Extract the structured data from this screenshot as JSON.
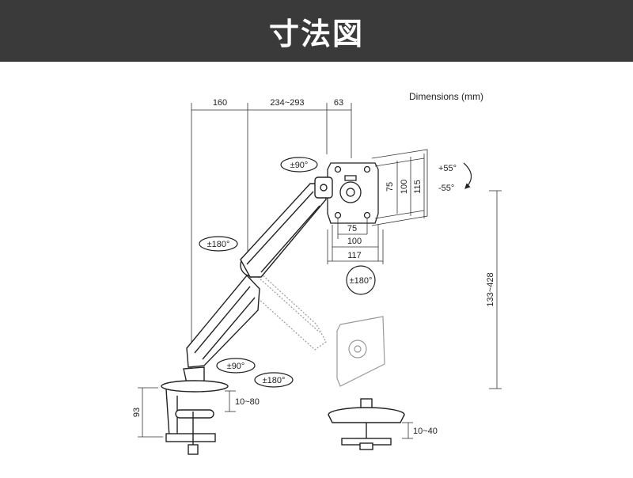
{
  "header": {
    "title": "寸法図"
  },
  "units_label": "Dimensions (mm)",
  "dims": {
    "reach_base": "160",
    "reach_arm": "234~293",
    "depth_plate": "63",
    "vesa_h_75": "75",
    "vesa_h_100": "100",
    "vesa_h_117": "117",
    "vesa_v_75": "75",
    "vesa_v_100": "100",
    "vesa_v_115": "115",
    "height_range": "133~428",
    "clamp_height": "93",
    "clamp_thickness": "10~80",
    "grommet_thickness": "10~40"
  },
  "rotations": {
    "head_swivel": "±90°",
    "tilt_up": "+55°",
    "tilt_down": "-55°",
    "arm_swivel": "±180°",
    "screen_rotate": "±180°",
    "base_swivel": "±90°",
    "base_rotate": "±180°"
  },
  "colors": {
    "header_bg": "#3a3a3a",
    "line": "#222222",
    "faded": "#9a9a9a"
  }
}
